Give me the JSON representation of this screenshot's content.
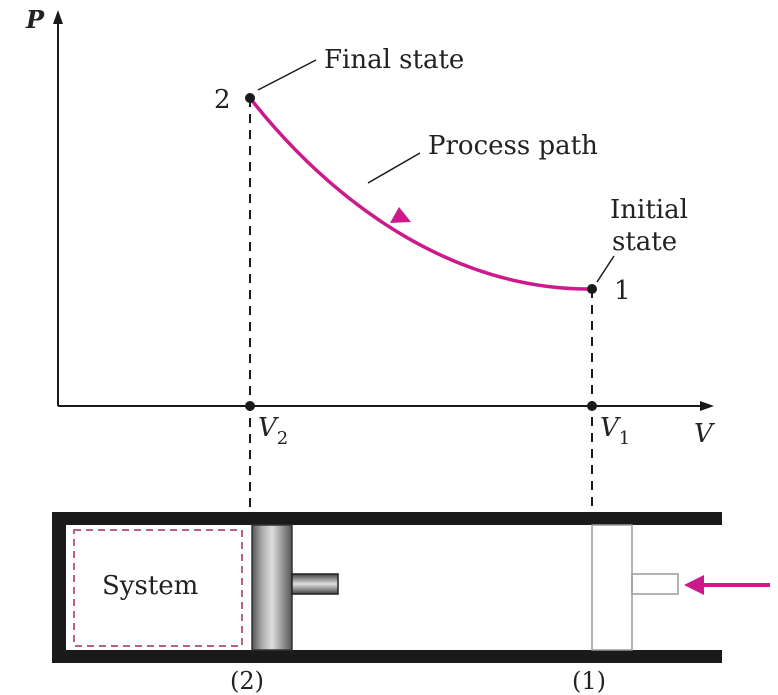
{
  "axes": {
    "y_label": "P",
    "x_label": "V"
  },
  "states": {
    "final": {
      "number": "2",
      "label": "Final state",
      "volume_label": "V",
      "volume_subscript": "2"
    },
    "initial": {
      "number": "1",
      "label_line1": "Initial",
      "label_line2": "state",
      "volume_label": "V",
      "volume_subscript": "1"
    }
  },
  "path": {
    "label": "Process path"
  },
  "cylinder": {
    "system_label": "System",
    "position_final": "(2)",
    "position_initial": "(1)"
  },
  "colors": {
    "path": "#cc1a8c",
    "system_outline": "#c06080",
    "ink": "#1a1a1a"
  }
}
